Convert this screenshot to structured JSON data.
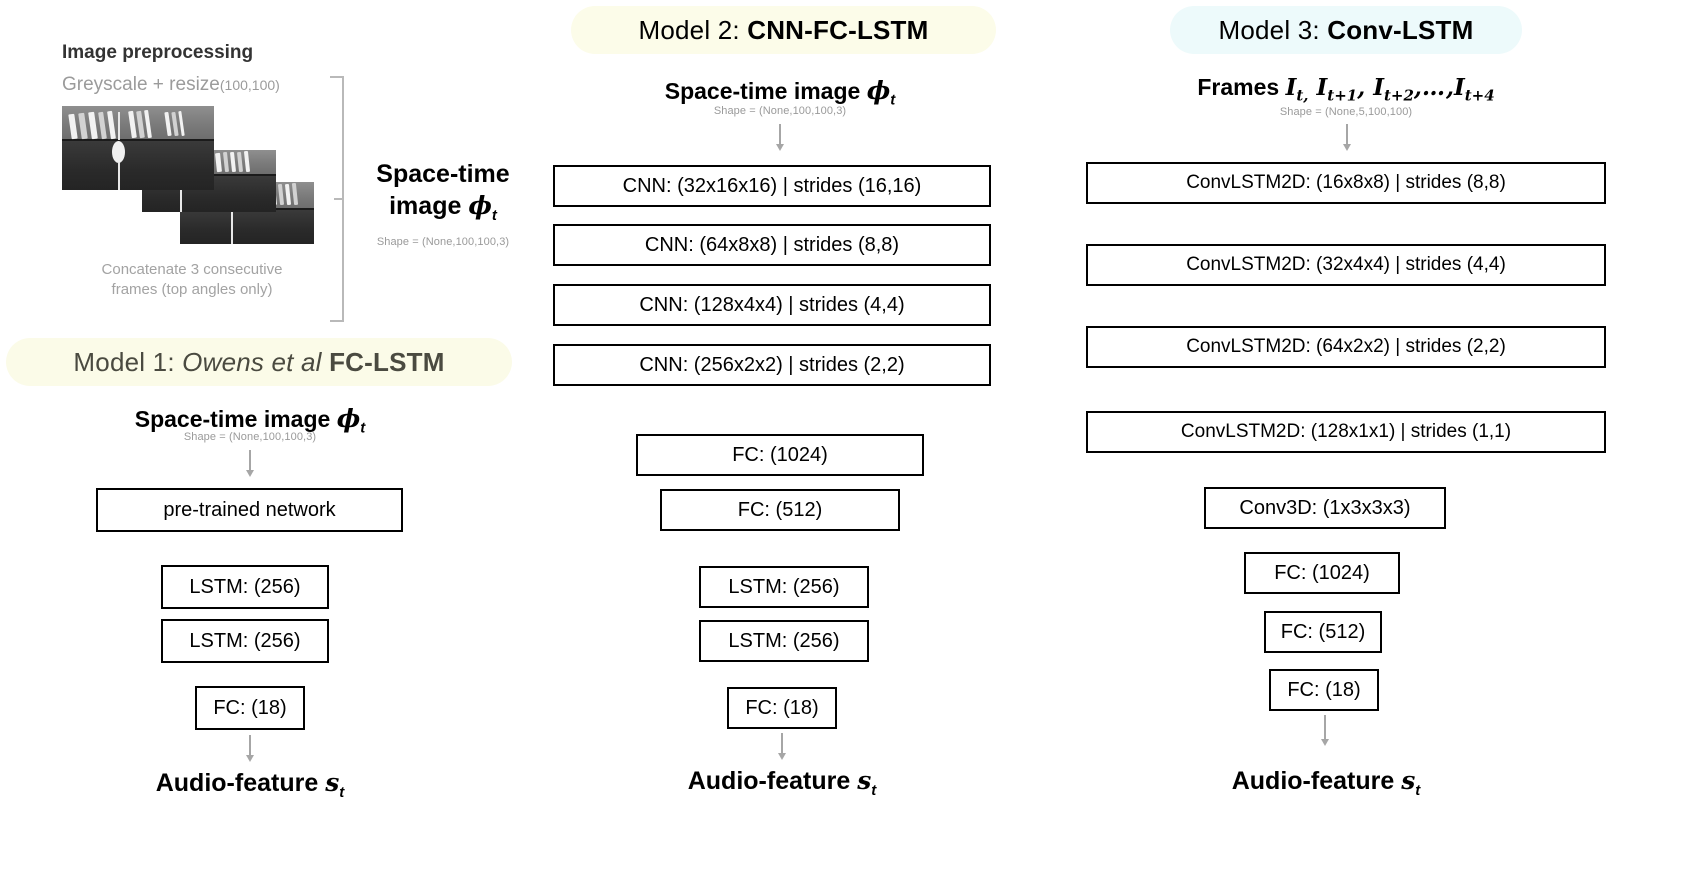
{
  "preprocessing": {
    "title": "Image preprocessing",
    "subtitle_main": "Greyscale + resize",
    "subtitle_dims": "(100,100)",
    "note_line1": "Concatenate 3 consecutive",
    "note_line2": "frames (top angles only)",
    "bracket_label_line1": "Space-time",
    "bracket_label_line2": "image",
    "bracket_label_symbol": "ϕ",
    "bracket_label_subscript": "t",
    "bracket_shape": "Shape = (None,100,100,3)"
  },
  "models": [
    {
      "id": "model-1",
      "header_prefix": "Model 1: ",
      "header_italic": "Owens et al ",
      "header_bold": "FC-LSTM",
      "header_pill_color": "#fbfbe8",
      "header_text_color": "#4a4a40",
      "input_label_text": "Space-time image ",
      "input_label_symbol": "ϕ",
      "input_label_subscript": "t",
      "input_shape": "Shape = (None,100,100,3)",
      "layers": [
        "pre-trained network",
        "LSTM: (256)",
        "LSTM: (256)",
        "FC: (18)"
      ],
      "output_label": "Audio-feature ",
      "output_symbol": "s",
      "output_subscript": "t"
    },
    {
      "id": "model-2",
      "header_prefix": "Model 2: ",
      "header_italic": "",
      "header_bold": "CNN-FC-LSTM",
      "header_pill_color": "#fcfce9",
      "header_text_color": "#000000",
      "input_label_text": "Space-time image ",
      "input_label_symbol": "ϕ",
      "input_label_subscript": "t",
      "input_shape": "Shape = (None,100,100,3)",
      "layers": [
        "CNN: (32x16x16) | strides (16,16)",
        "CNN: (64x8x8) | strides (8,8)",
        "CNN: (128x4x4) | strides (4,4)",
        "CNN: (256x2x2) | strides (2,2)",
        "FC: (1024)",
        "FC: (512)",
        "LSTM: (256)",
        "LSTM: (256)",
        "FC: (18)"
      ],
      "output_label": "Audio-feature ",
      "output_symbol": "s",
      "output_subscript": "t"
    },
    {
      "id": "model-3",
      "header_prefix": "Model 3: ",
      "header_italic": "",
      "header_bold": "Conv-LSTM",
      "header_pill_color": "#edfafb",
      "header_text_color": "#000000",
      "input_label_text": "Frames ",
      "input_label_frames": "I",
      "input_shape": "Shape = (None,5,100,100)",
      "layers": [
        "ConvLSTM2D: (16x8x8) | strides (8,8)",
        "ConvLSTM2D: (32x4x4) | strides (4,4)",
        "ConvLSTM2D: (64x2x2) | strides (2,2)",
        "ConvLSTM2D: (128x1x1) | strides (1,1)",
        "Conv3D: (1x3x3x3)",
        "FC: (1024)",
        "FC: (512)",
        "FC: (18)"
      ],
      "output_label": "Audio-feature ",
      "output_symbol": "s",
      "output_subscript": "t"
    }
  ]
}
